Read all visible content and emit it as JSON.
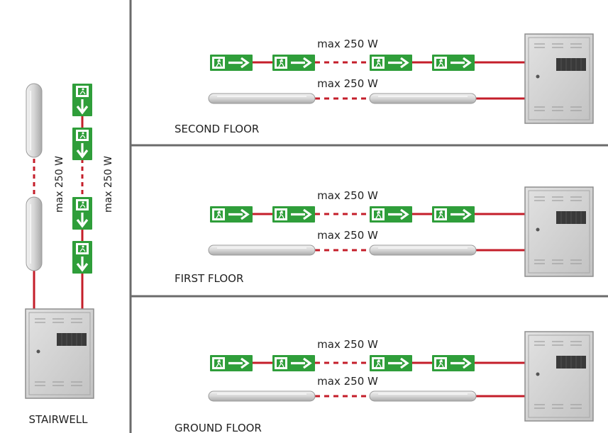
{
  "floors": [
    {
      "name": "SECOND FLOOR",
      "exit_label": "max 250 W",
      "lamp_label": "max 250 W"
    },
    {
      "name": "FIRST FLOOR",
      "exit_label": "max 250 W",
      "lamp_label": "max 250 W"
    },
    {
      "name": "GROUND FLOOR",
      "exit_label": "max 250 W",
      "lamp_label": "max 250 W"
    }
  ],
  "stairwell": {
    "name": "STAIRWELL",
    "lamp_label": "max 250 W",
    "exit_label": "max 250 W"
  },
  "colors": {
    "wire": "#c41e2a",
    "sign_green": "#2f9e3a",
    "divider": "#6b6b6b",
    "panel_gray": "#d4d4d4"
  },
  "icons": {
    "exit_sign_arrow_right": "running-man-arrow-right",
    "exit_sign_arrow_down": "running-man-arrow-down",
    "lamp": "fluorescent-tube",
    "panel": "electrical-distribution-panel"
  }
}
